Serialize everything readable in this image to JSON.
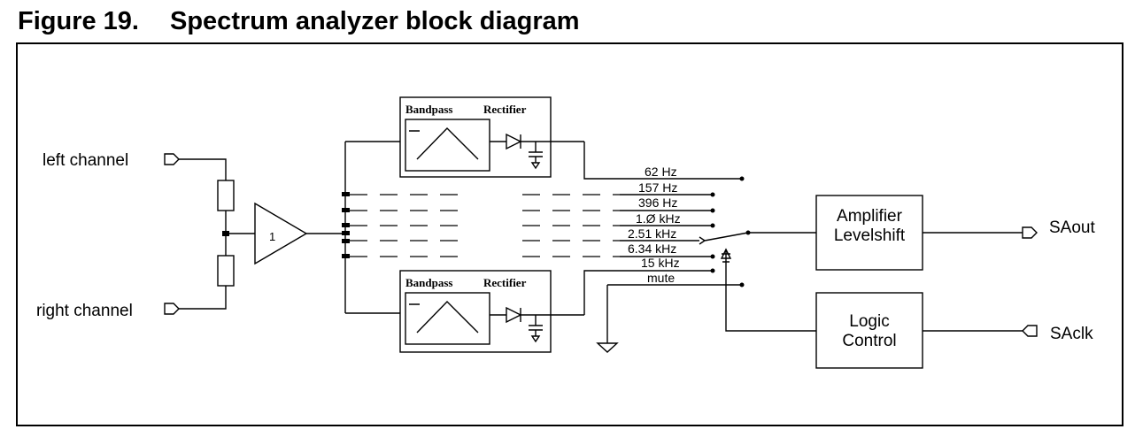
{
  "figure": {
    "number": "Figure 19.",
    "title": "Spectrum analyzer block diagram"
  },
  "inputs": {
    "left": "left channel",
    "right": "right channel"
  },
  "buffer": {
    "gain": "1"
  },
  "filter_block": {
    "bandpass": "Bandpass",
    "rectifier": "Rectifier"
  },
  "bands": [
    "62 Hz",
    "157 Hz",
    "396 Hz",
    "1.Ø kHz",
    "2.51 kHz",
    "6.34 kHz",
    "15 kHz",
    "mute"
  ],
  "amplifier": {
    "line1": "Amplifier",
    "line2": "Levelshift"
  },
  "logic": {
    "line1": "Logic",
    "line2": "Control"
  },
  "outputs": {
    "saout": "SAout",
    "saclk": "SAclk"
  }
}
